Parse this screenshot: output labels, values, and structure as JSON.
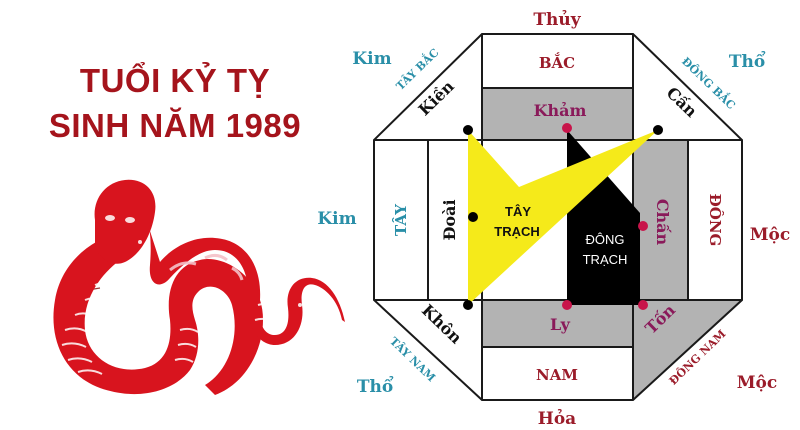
{
  "title": {
    "line1": "TUỔI KỶ TỴ",
    "line2": "SINH NĂM 1989",
    "color": "#a5141c"
  },
  "illustration": {
    "name": "red-snake-papercut",
    "color": "#d8141e"
  },
  "elements_outer": {
    "north": "Thủy",
    "south": "Hỏa",
    "west": "Kim",
    "northwest": "Kim",
    "northeast": "Thổ",
    "southwest": "Thổ",
    "east": "Mộc",
    "southeast": "Mộc"
  },
  "directions": {
    "north": "BẮC",
    "south": "NAM",
    "west": "TÂY",
    "east": "ĐÔNG",
    "northwest": "TÂY BẮC",
    "northeast": "ĐÔNG BẮC",
    "southwest": "TÂY NAM",
    "southeast": "ĐÔNG NAM"
  },
  "trigrams": {
    "north": "Khảm",
    "south": "Ly",
    "west": "Đoài",
    "east": "Chấn",
    "northwest": "Kiền",
    "northeast": "Cấn",
    "southwest": "Khôn",
    "southeast": "Tốn"
  },
  "groups": {
    "west_group": {
      "line1": "TÂY",
      "line2": "TRẠCH",
      "color": "#f5ea1a"
    },
    "east_group": {
      "line1": "ĐÔNG",
      "line2": "TRẠCH",
      "color": "#000000"
    }
  },
  "colors": {
    "teal_text": "#2a8fa8",
    "dark_red_text": "#9b1c2a",
    "magenta_text": "#8a1a5a",
    "gray_fill": "#b3b3b3",
    "yellow": "#f5ea1a",
    "dot_black": "#000000",
    "dot_magenta": "#c8144a"
  }
}
